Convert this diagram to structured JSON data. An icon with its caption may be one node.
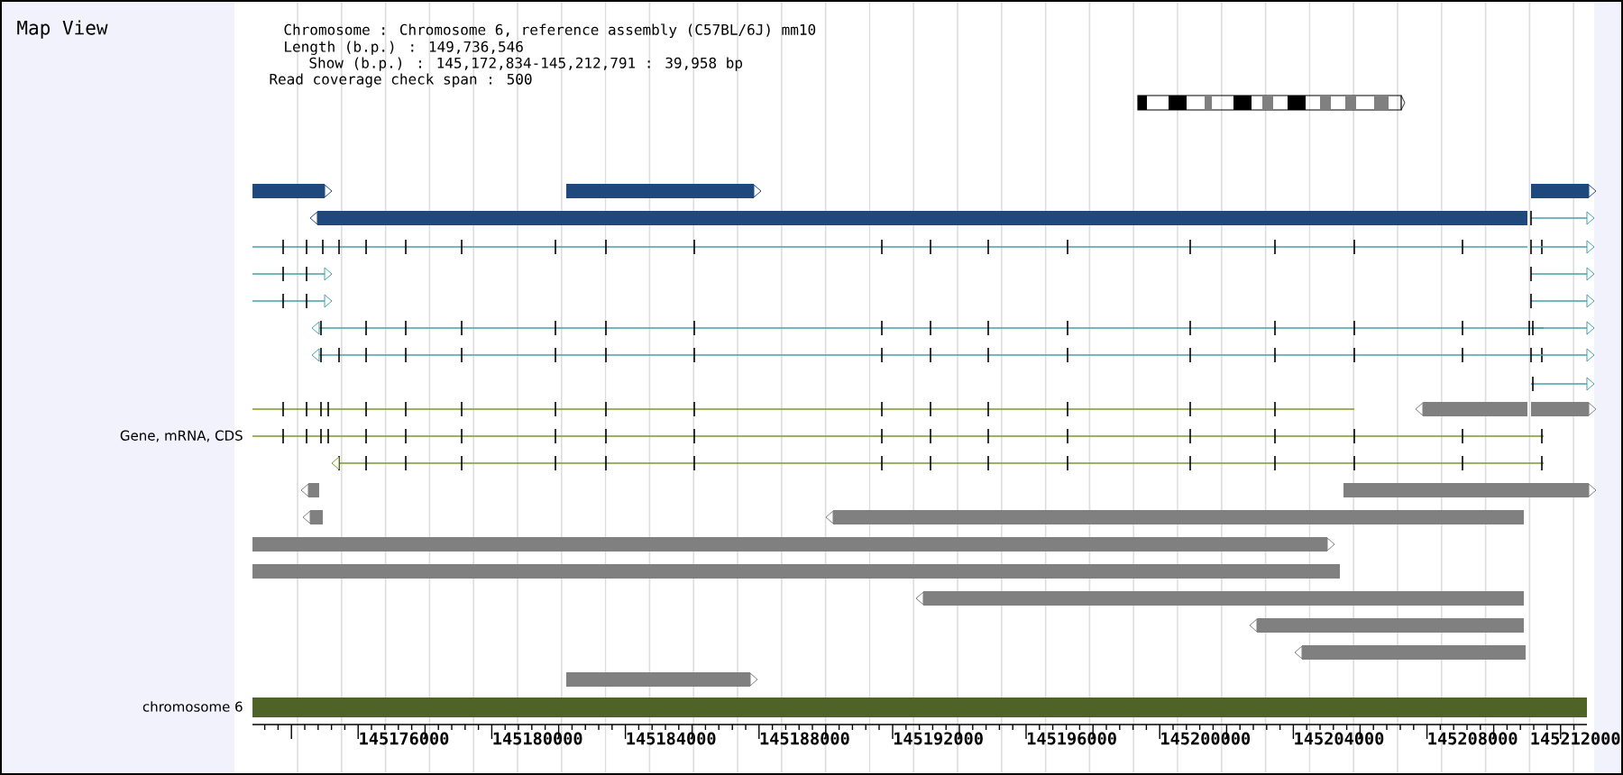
{
  "diagram": {
    "title": "Map View",
    "labels": [
      "Chromosome : Chromosome 6, reference assembly (C57BL/6J) mm10",
      "Length (b.p.) : 149,736,546",
      "Show (b.p.) : 145,172,834-145,212,791 : 39,958 bp",
      "Read coverage check span : 500",
      "Gene, mRNA, CDS",
      "chromosome 6",
      "145176000",
      "145180000",
      "145184000",
      "145188000",
      "145192000",
      "145196000",
      "145200000",
      "145204000",
      "145208000",
      "145212000"
    ]
  }
}
